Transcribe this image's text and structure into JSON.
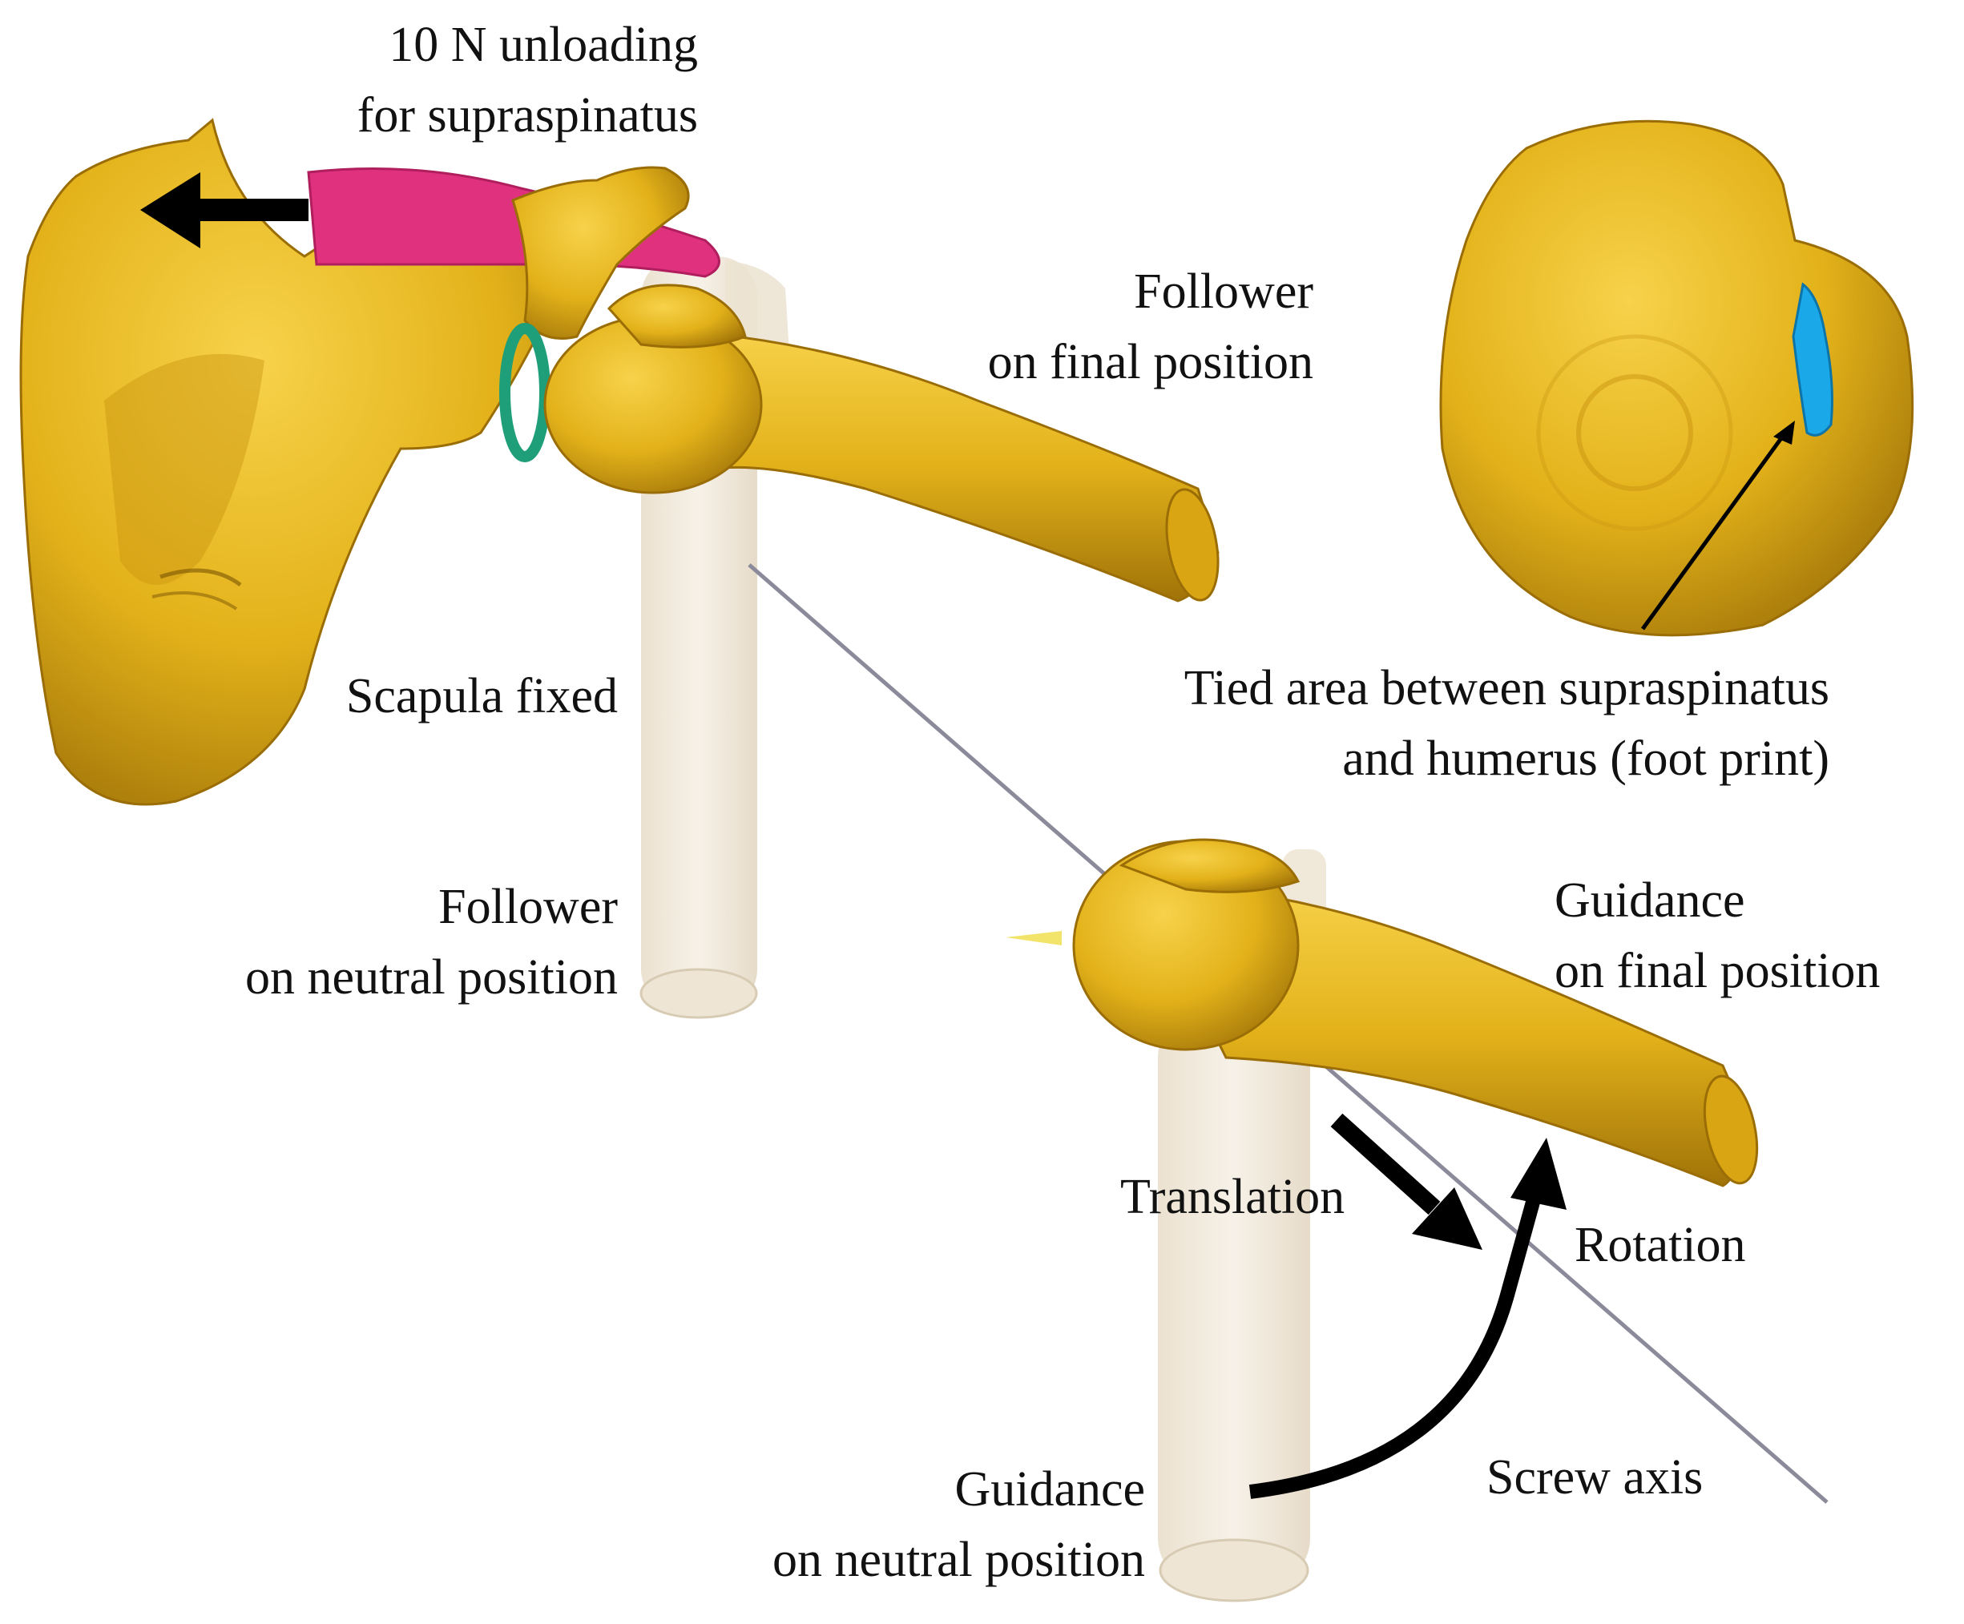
{
  "colors": {
    "bone": "#e3b21a",
    "bone_shadow": "#a07308",
    "bone_highlight": "#f7d24a",
    "ghost_bone": "#efe6d6",
    "muscle": "#e0317f",
    "ligament": "#1f9e7a",
    "footprint": "#1aa8e8",
    "arrow": "#000000",
    "axis": "#8a8a9a"
  },
  "labels": {
    "unloading": [
      "10 N unloading",
      "for supraspinatus"
    ],
    "follower_final": [
      "Follower",
      "on final position"
    ],
    "scapula_fixed": "Scapula fixed",
    "follower_neutral": [
      "Follower",
      "on neutral position"
    ],
    "tied_area": [
      "Tied area between supraspinatus",
      "and humerus (foot print)"
    ],
    "guidance_final": [
      "Guidance",
      "on final position"
    ],
    "translation": "Translation",
    "rotation": "Rotation",
    "guidance_neutral": [
      "Guidance",
      "on neutral position"
    ],
    "screw_axis": "Screw axis"
  }
}
